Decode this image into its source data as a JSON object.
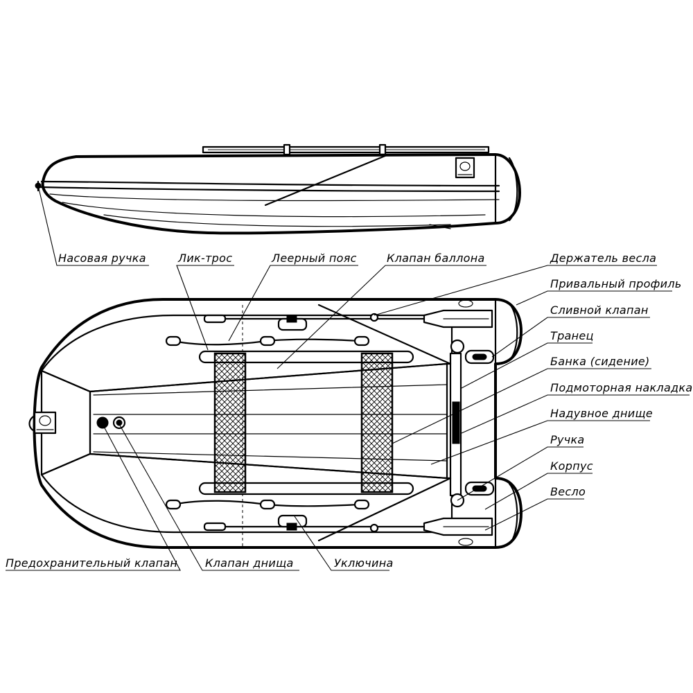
{
  "labels": {
    "bow_handle": "Насовая ручка",
    "lik_tros": "Лик-трос",
    "safety_line": "Леерный пояс",
    "tube_valve": "Клапан баллона",
    "oar_holder": "Держатель весла",
    "rub_strake": "Привальный профиль",
    "drain_valve": "Сливной клапан",
    "transom": "Транец",
    "seat": "Банка (сидение)",
    "motor_pad": "Подмоторная накладка",
    "inflatable_floor": "Надувное днище",
    "handle": "Ручка",
    "hull": "Корпус",
    "oar": "Весло",
    "relief_valve": "Предохранительный клапан",
    "floor_valve": "Клапан днища",
    "oarlock": "Уключина"
  }
}
